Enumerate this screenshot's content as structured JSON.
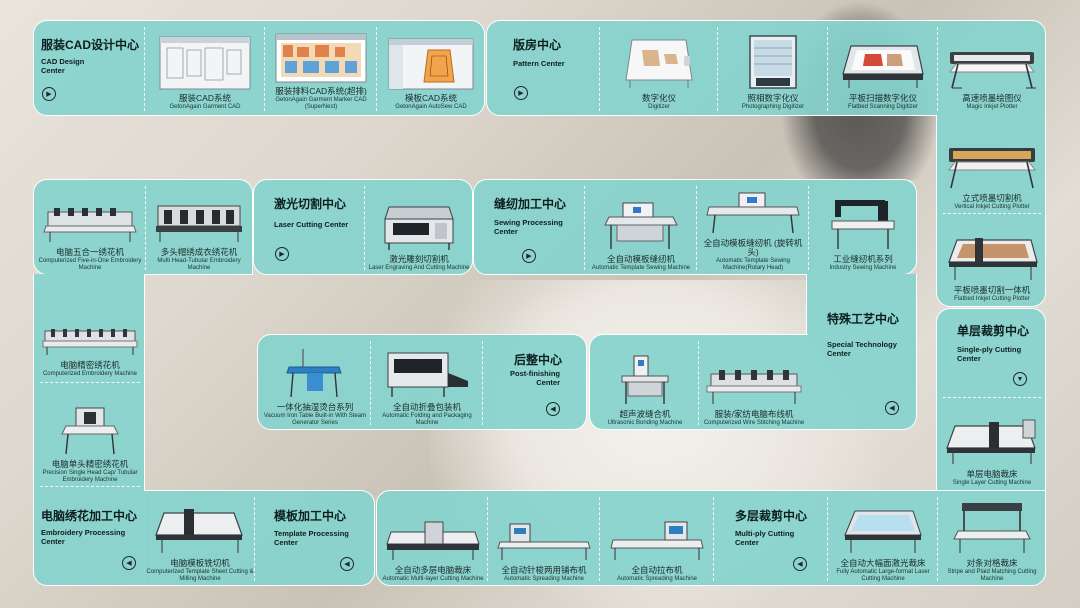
{
  "cad": {
    "title_cn": "服装CAD设计中心",
    "title_en": "CAD Design Center",
    "items": [
      {
        "cn": "服装CAD系统",
        "en": "GetonAgain Garment CAD"
      },
      {
        "cn": "服装排料CAD系统(超排)",
        "en": "GetonAgain Garment Marker CAD (SuperNest)"
      },
      {
        "cn": "模板CAD系统",
        "en": "GetonAgain AutoSew CAD"
      }
    ]
  },
  "pattern": {
    "title_cn": "版房中心",
    "title_en": "Pattern Center",
    "items": [
      {
        "cn": "数字化仪",
        "en": "Digitizer"
      },
      {
        "cn": "照相数字化仪",
        "en": "Photographing Digitizer"
      },
      {
        "cn": "平板扫描数字化仪",
        "en": "Flatbed Scanning Digitizer"
      },
      {
        "cn": "高速喷墨绘图仪",
        "en": "Magic Inkjet Plotter"
      },
      {
        "cn": "立式喷墨切割机",
        "en": "Vertical Inkjet Cutting Plotter"
      },
      {
        "cn": "平板喷墨切割一体机",
        "en": "Flatbed Inkjet Cutting Plotter"
      }
    ]
  },
  "embroidery": {
    "title_cn": "电脑绣花加工中心",
    "title_en": "Embroidery Processing Center",
    "items": [
      {
        "cn": "电脑五合一绣花机",
        "en": "Computerized Five-in-One Embroidery Machine"
      },
      {
        "cn": "多头帽绣成衣绣花机",
        "en": "Multi Head-Tubular Embroidery Machine"
      },
      {
        "cn": "电脑精密绣花机",
        "en": "Computerized Embroidery Machine"
      },
      {
        "cn": "电脑单头精密绣花机",
        "en": "Precision Single Head Cap/ Tubular Embroidery Machine"
      }
    ]
  },
  "laser": {
    "title_cn": "激光切割中心",
    "title_en": "Laser Cutting Center",
    "items": [
      {
        "cn": "激光雕刻切割机",
        "en": "Laser Engraving And Cutting Machine"
      }
    ]
  },
  "sewing": {
    "title_cn": "缝纫加工中心",
    "title_en": "Sewing Processing Center",
    "items": [
      {
        "cn": "全自动模板缝纫机",
        "en": "Automatic Template Sewing Machine"
      },
      {
        "cn": "全自动模板缝纫机 (旋转机头)",
        "en": "Automatic Template Sewing Machine(Rotary Head)"
      },
      {
        "cn": "工业缝纫机系列",
        "en": "Industry Sewing Machine"
      }
    ]
  },
  "special": {
    "title_cn": "特殊工艺中心",
    "title_en": "Special Technology Center",
    "items": [
      {
        "cn": "超声波缝合机",
        "en": "Ultrasonic Bonding Machine"
      },
      {
        "cn": "服装/家纺电脑布线机",
        "en": "Computerized Wire Stitching Machine"
      }
    ]
  },
  "post": {
    "title_cn": "后整中心",
    "title_en": "Post-finishing Center",
    "items": [
      {
        "cn": "一体化抽湿烫台系列",
        "en": "Vacuum Iron Table Built-in With Steam Generator Series"
      },
      {
        "cn": "全自动折叠包装机",
        "en": "Automatic Folding and Packaging Machine"
      }
    ]
  },
  "single": {
    "title_cn": "单层裁剪中心",
    "title_en": "Single-ply Cutting Center",
    "items": [
      {
        "cn": "单层电脑裁床",
        "en": "Single Layer Cutting Machine"
      }
    ]
  },
  "template": {
    "title_cn": "模板加工中心",
    "title_en": "Template Processing Center",
    "items": [
      {
        "cn": "电脑模板铣切机",
        "en": "Computerized Template Sheet Cutting & Milling Machine"
      }
    ]
  },
  "multi": {
    "title_cn": "多层裁剪中心",
    "title_en": "Multi-ply Cutting Center",
    "items": [
      {
        "cn": "全自动多层电脑裁床",
        "en": "Automatic Multi-layer Cutting Machine"
      },
      {
        "cn": "全自动针梭两用铺布机",
        "en": "Automatic Spreading Machine"
      },
      {
        "cn": "全自动拉布机",
        "en": "Automatic Spreading Machine"
      },
      {
        "cn": "全自动大幅面激光裁床",
        "en": "Fully Automatic Large-format Laser Cutting Machine"
      },
      {
        "cn": "对条对格裁床",
        "en": "Stripe and Plaid Matching Cutting Machine"
      }
    ]
  },
  "colors": {
    "panel": "#86d3cd",
    "panel_dark": "#68c4bd",
    "text": "#0d1f1f",
    "border": "#ffffff"
  },
  "icons": {
    "arrow_right": "arrow-right-icon",
    "arrow_left": "arrow-left-icon",
    "arrow_down": "arrow-down-icon"
  }
}
